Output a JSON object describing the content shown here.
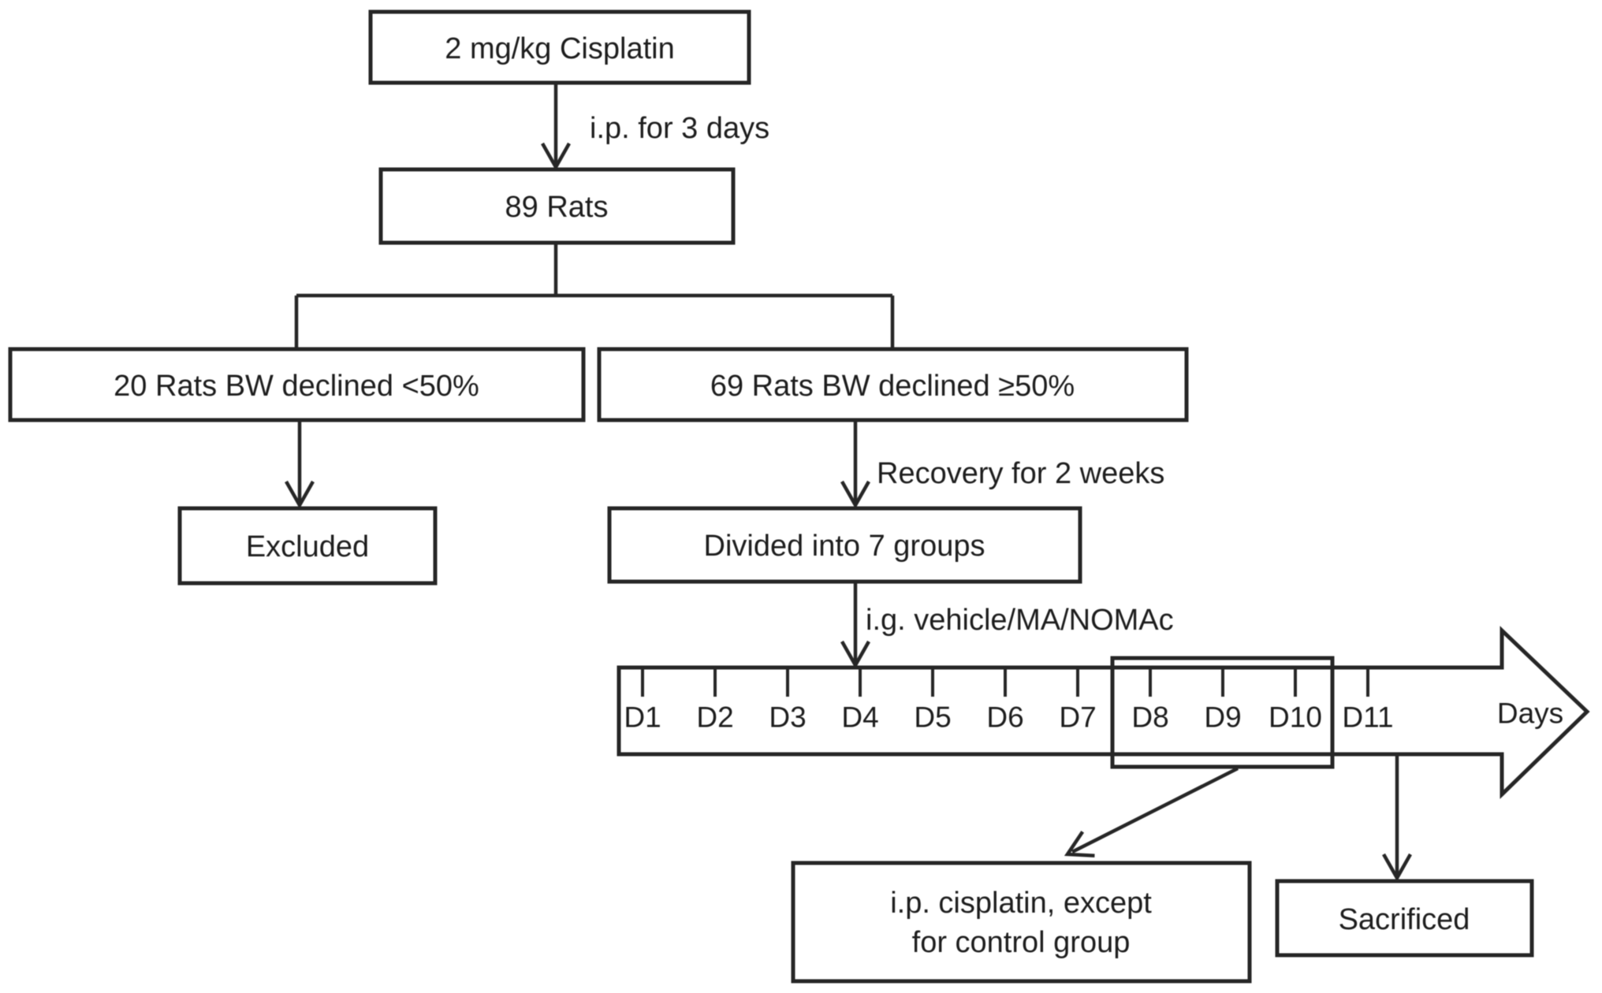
{
  "figure": {
    "description": "Animal experiment design flowchart",
    "background_color": "#ffffff",
    "line_color": "#262626",
    "text_color": "#1d1d1d"
  },
  "flowchart": {
    "boxes": {
      "cisplatin_dose": "2 mg/kg Cisplatin",
      "rats_total": "89 Rats",
      "bw_declined_less": "20 Rats BW declined <50%",
      "bw_declined_more": "69 Rats BW declined ≥50%",
      "excluded": "Excluded",
      "divided_groups": "Divided into 7 groups",
      "ip_cisplatin_line1": "i.p. cisplatin, except",
      "ip_cisplatin_line2": "for control group",
      "sacrificed": "Sacrificed"
    },
    "edge_labels": {
      "injection_schedule": "i.p. for 3 days",
      "recovery": "Recovery for 2 weeks",
      "gavage": "i.g. vehicle/MA/NOMAc"
    },
    "timeline": {
      "days": [
        "D1",
        "D2",
        "D3",
        "D4",
        "D5",
        "D6",
        "D7",
        "D8",
        "D9",
        "D10",
        "D11"
      ],
      "axis_label": "Days",
      "highlighted_days": "D8–D10"
    }
  }
}
